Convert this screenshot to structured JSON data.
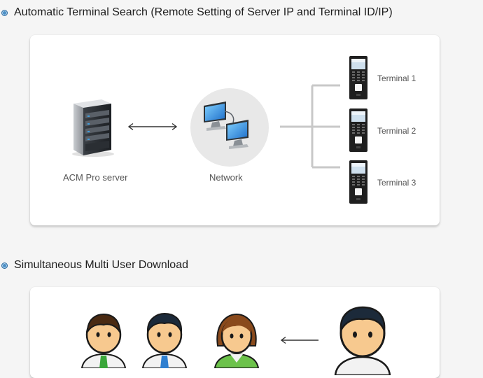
{
  "sections": [
    {
      "title": "Automatic Terminal Search (Remote Setting of Server IP and Terminal ID/IP)",
      "server_label": "ACM Pro server",
      "network_label": "Network",
      "terminals": [
        "Terminal 1",
        "Terminal 2",
        "Terminal 3"
      ]
    },
    {
      "title": "Simultaneous Multi User Download"
    }
  ],
  "colors": {
    "accent": "#4a8fc6",
    "panel": "#ffffff",
    "background": "#f5f5f5",
    "connector": "#c8c8c8",
    "network_circle": "#e8e8e8"
  },
  "icons": [
    "server-icon",
    "double-arrow-icon",
    "network-computers-icon",
    "fingerprint-terminal-icon",
    "user-avatar-icon",
    "left-arrow-icon"
  ]
}
